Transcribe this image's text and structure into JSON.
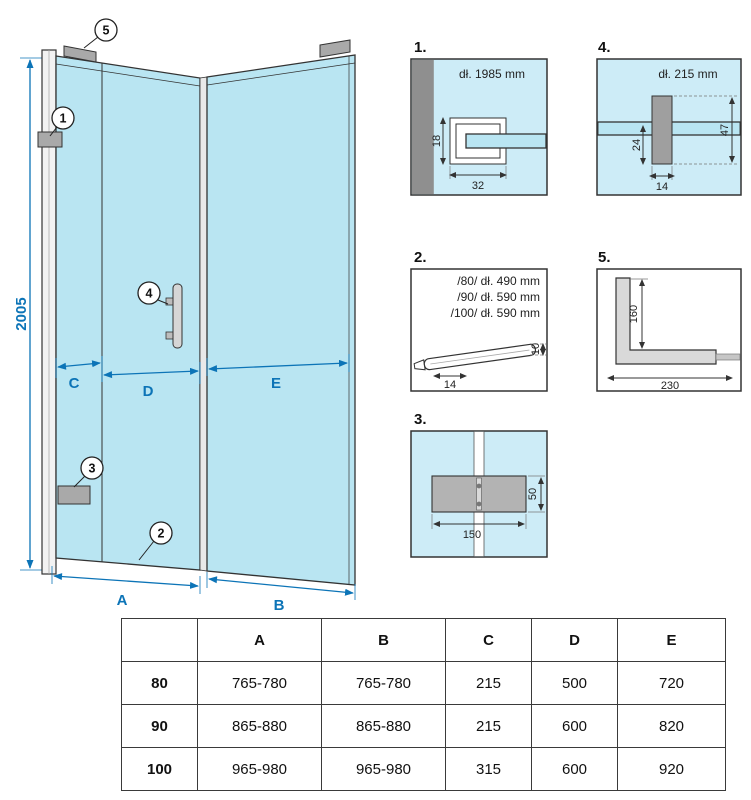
{
  "colors": {
    "glass": "#b9e5f2",
    "dim_blue": "#0c74b7",
    "wall_gray": "#8f8f8f",
    "bracket_gray": "#a9a9a9"
  },
  "main_diagram": {
    "height": "2005",
    "dims": {
      "A": "A",
      "B": "B",
      "C": "C",
      "D": "D",
      "E": "E"
    },
    "callouts": {
      "c1": "1",
      "c2": "2",
      "c3": "3",
      "c4": "4",
      "c5": "5"
    }
  },
  "details": {
    "d1": {
      "label": "1.",
      "title": "dł. 1985 mm",
      "dim_depth": "18",
      "dim_width": "32"
    },
    "d2": {
      "label": "2.",
      "length_80": "/80/ dł. 490 mm",
      "length_90": "/90/ dł. 590 mm",
      "length_100": "/100/ dł. 590 mm",
      "dim_width": "14",
      "dim_height": "10"
    },
    "d3": {
      "label": "3.",
      "dim_width": "150",
      "dim_height": "50"
    },
    "d4": {
      "label": "4.",
      "title": "dł. 215 mm",
      "dim_offset": "24",
      "dim_width": "14",
      "dim_height": "47"
    },
    "d5": {
      "label": "5.",
      "dim_vertical": "160",
      "dim_horizontal": "230"
    }
  },
  "table": {
    "col_headers": [
      "A",
      "B",
      "C",
      "D",
      "E"
    ],
    "rows": [
      {
        "size": "80",
        "A": "765-780",
        "B": "765-780",
        "C": "215",
        "D": "500",
        "E": "720"
      },
      {
        "size": "90",
        "A": "865-880",
        "B": "865-880",
        "C": "215",
        "D": "600",
        "E": "820"
      },
      {
        "size": "100",
        "A": "965-980",
        "B": "965-980",
        "C": "315",
        "D": "600",
        "E": "920"
      }
    ]
  }
}
